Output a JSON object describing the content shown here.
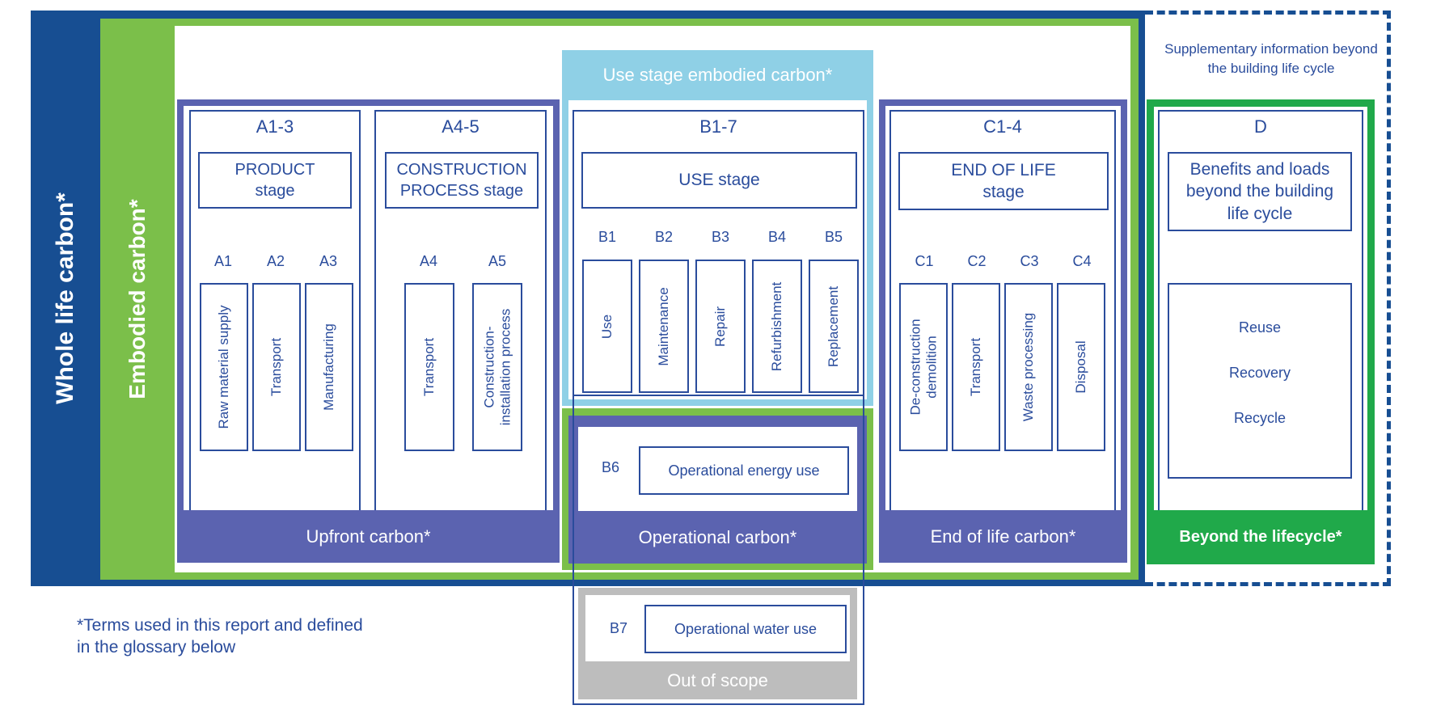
{
  "frames": {
    "whole_life": "Whole life carbon*",
    "embodied": "Embodied carbon*",
    "supplementary": "Supplementary information beyond the building life cycle"
  },
  "use_embodied_header": "Use stage embodied carbon*",
  "modules": {
    "a13": {
      "code": "A1-3",
      "stage": "PRODUCT stage",
      "subs": [
        {
          "code": "A1",
          "label": "Raw material supply"
        },
        {
          "code": "A2",
          "label": "Transport"
        },
        {
          "code": "A3",
          "label": "Manufacturing"
        }
      ]
    },
    "a45": {
      "code": "A4-5",
      "stage": "CONSTRUCTION PROCESS stage",
      "subs": [
        {
          "code": "A4",
          "label": "Transport"
        },
        {
          "code": "A5",
          "label": "Construction-installation process"
        }
      ]
    },
    "b17": {
      "code": "B1-7",
      "stage": "USE stage",
      "subs": [
        {
          "code": "B1",
          "label": "Use"
        },
        {
          "code": "B2",
          "label": "Maintenance"
        },
        {
          "code": "B3",
          "label": "Repair"
        },
        {
          "code": "B4",
          "label": "Refurbishment"
        },
        {
          "code": "B5",
          "label": "Replacement"
        }
      ]
    },
    "c14": {
      "code": "C1-4",
      "stage": "END OF LIFE stage",
      "subs": [
        {
          "code": "C1",
          "label": "De-construction demolition"
        },
        {
          "code": "C2",
          "label": "Transport"
        },
        {
          "code": "C3",
          "label": "Waste processing"
        },
        {
          "code": "C4",
          "label": "Disposal"
        }
      ]
    },
    "d": {
      "code": "D",
      "stage": "Benefits and loads beyond the building life cycle",
      "items": [
        "Reuse",
        "Recovery",
        "Recycle"
      ]
    }
  },
  "operational": {
    "b6_code": "B6",
    "b6_label": "Operational energy use",
    "b7_code": "B7",
    "b7_label": "Operational water use"
  },
  "bands": {
    "upfront": "Upfront carbon*",
    "operational": "Operational carbon*",
    "end_of_life": "End of life carbon*",
    "beyond": "Beyond the lifecycle*",
    "out_of_scope": "Out of scope"
  },
  "footnote": "*Terms used in this report and defined in the glossary below",
  "colors": {
    "navy": "#174e92",
    "green": "#7bbf4a",
    "purple": "#5b63b0",
    "light_blue": "#8fd0e6",
    "dark_green": "#20a94a",
    "grey": "#bdbdbd",
    "text_blue": "#2a4c9c"
  }
}
